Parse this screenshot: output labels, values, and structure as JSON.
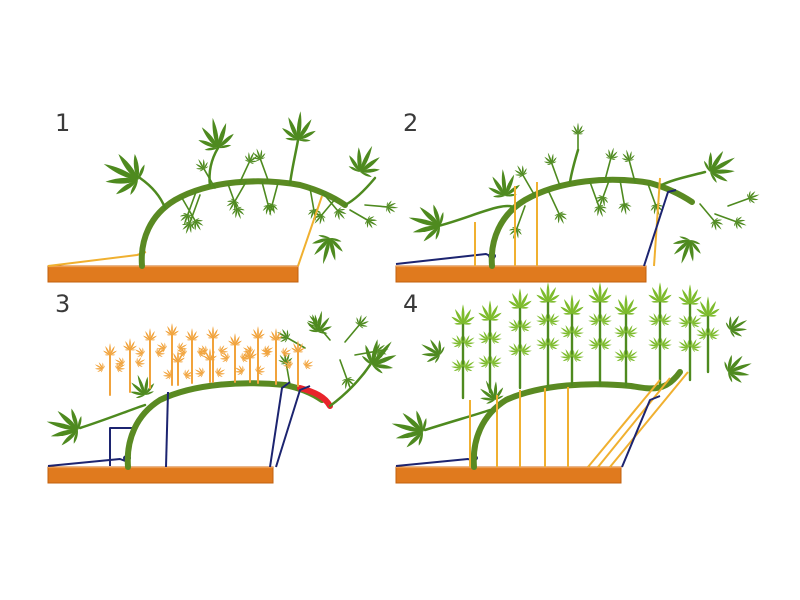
{
  "panels": [
    {
      "number": "1"
    },
    {
      "number": "2"
    },
    {
      "number": "3"
    },
    {
      "number": "4"
    }
  ],
  "colors": {
    "background": "#ffffff",
    "soil_box": "#e07a1e",
    "soil_edge": "#c2600e",
    "stem": "#5a8a22",
    "leaf_dark": "#4e8a1f",
    "leaf_light": "#7dbb2c",
    "new_growth": "#f1a33c",
    "tie_orange": "#f0b030",
    "tie_navy": "#1c2470",
    "pinch_red": "#e8242b",
    "number_text": "#3a3a3a"
  },
  "icons": {
    "stake": "stake-anchor",
    "leaf": "fan-leaf"
  }
}
